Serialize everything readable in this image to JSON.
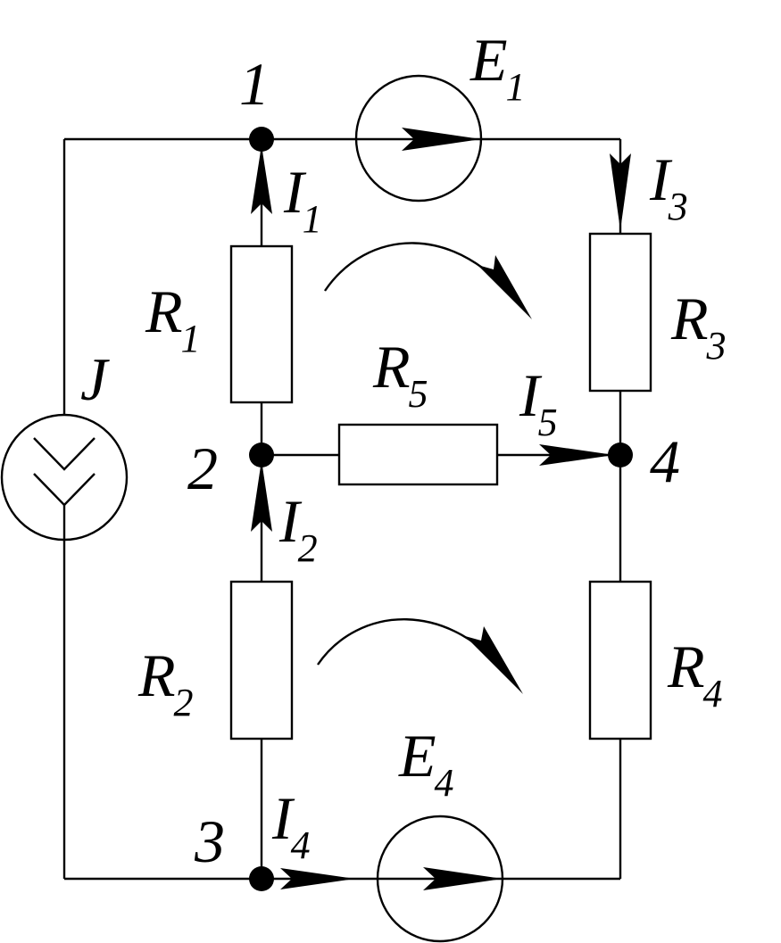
{
  "nodes": [
    {
      "id": "node-1",
      "label": "1"
    },
    {
      "id": "node-2",
      "label": "2"
    },
    {
      "id": "node-3",
      "label": "3"
    },
    {
      "id": "node-4",
      "label": "4"
    }
  ],
  "resistors": [
    {
      "id": "r1",
      "main": "R",
      "sub": "1"
    },
    {
      "id": "r2",
      "main": "R",
      "sub": "2"
    },
    {
      "id": "r3",
      "main": "R",
      "sub": "3"
    },
    {
      "id": "r4",
      "main": "R",
      "sub": "4"
    },
    {
      "id": "r5",
      "main": "R",
      "sub": "5"
    }
  ],
  "sources": [
    {
      "id": "e1",
      "main": "E",
      "sub": "1"
    },
    {
      "id": "e4",
      "main": "E",
      "sub": "4"
    },
    {
      "id": "j",
      "main": "J",
      "sub": ""
    }
  ],
  "currents": [
    {
      "id": "i1",
      "main": "I",
      "sub": "1"
    },
    {
      "id": "i2",
      "main": "I",
      "sub": "2"
    },
    {
      "id": "i3",
      "main": "I",
      "sub": "3"
    },
    {
      "id": "i4",
      "main": "I",
      "sub": "4"
    },
    {
      "id": "i5",
      "main": "I",
      "sub": "5"
    }
  ]
}
